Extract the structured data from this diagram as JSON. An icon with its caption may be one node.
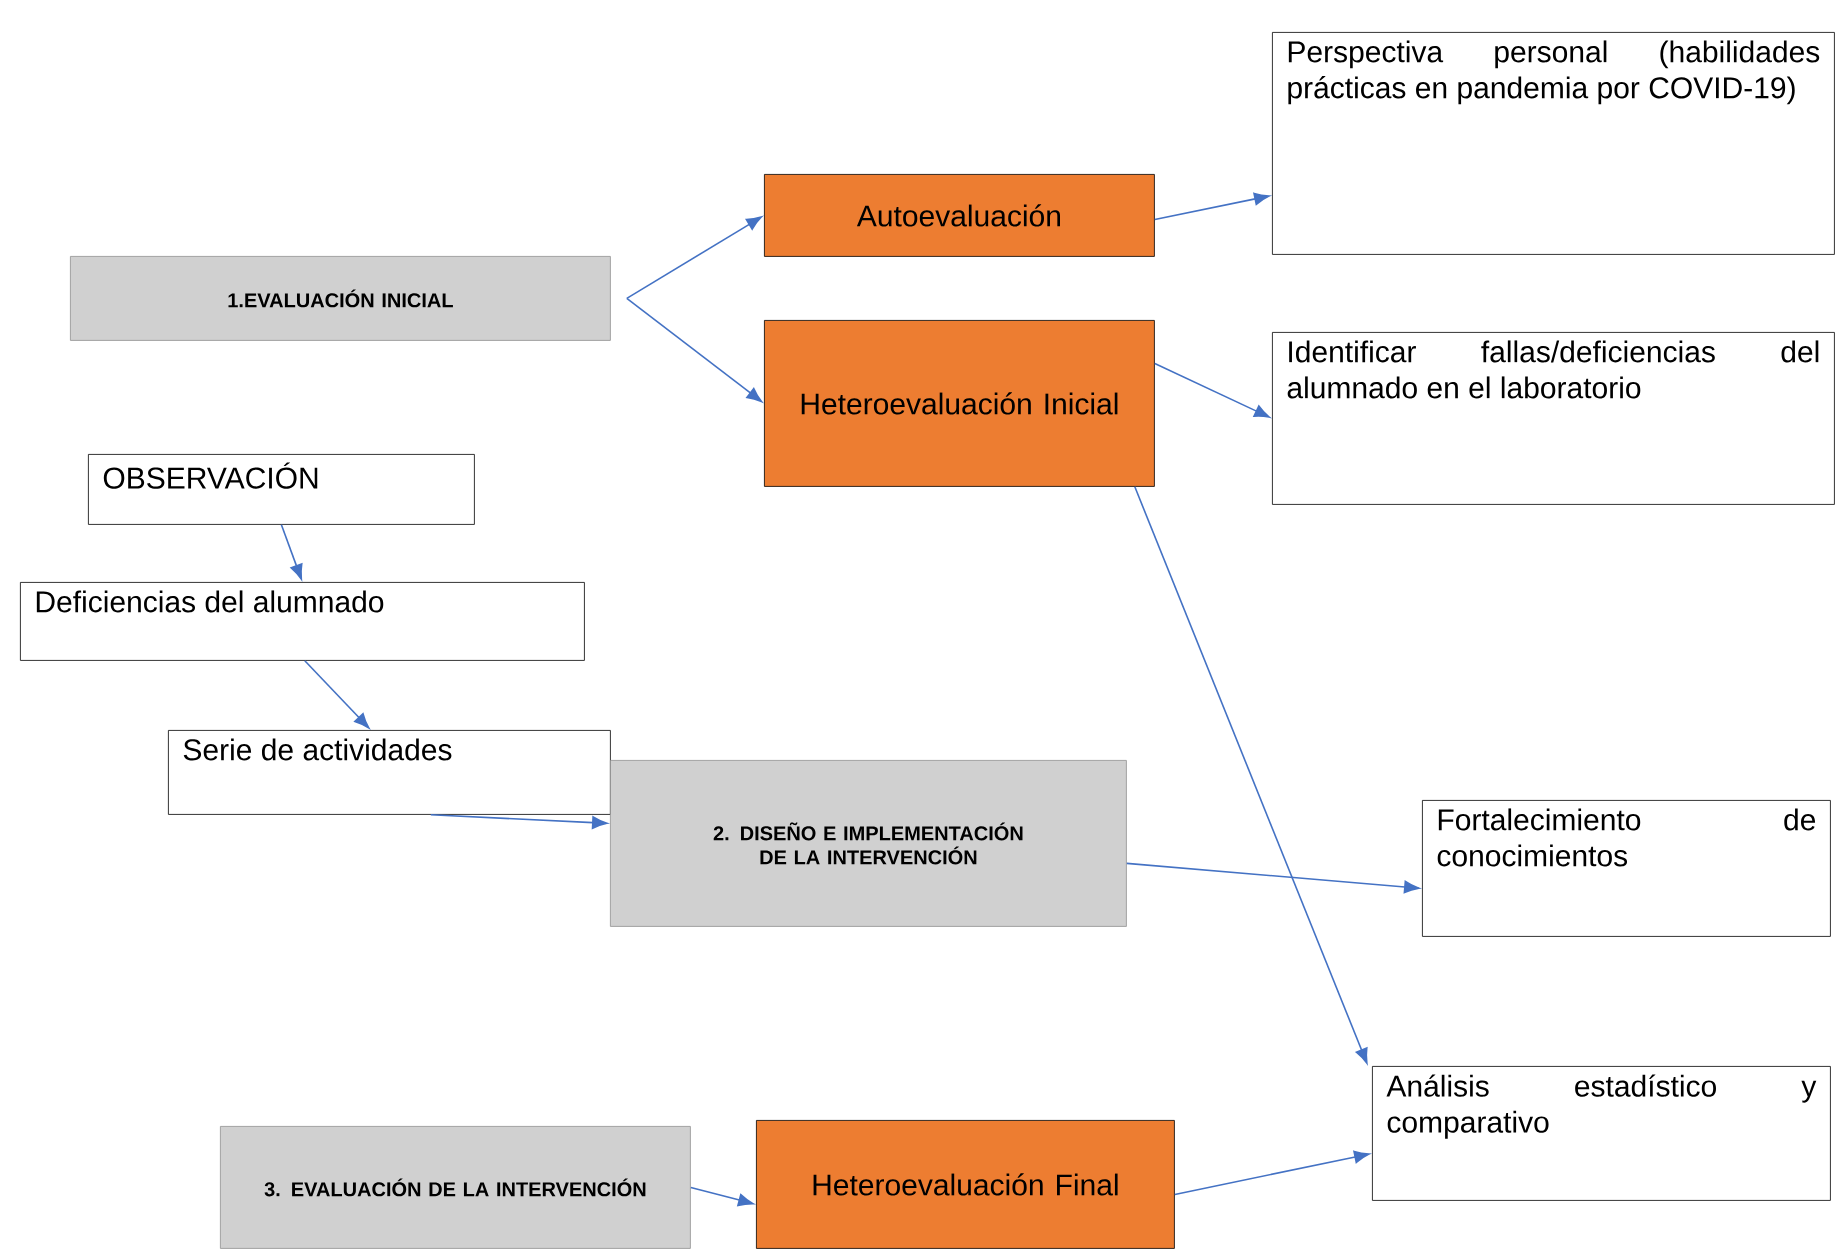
{
  "diagram": {
    "nodes": [
      {
        "text": [
          "1.EVALUACIÓN INICIAL"
        ]
      },
      {
        "text": [
          "Autoevaluación"
        ]
      },
      {
        "text": [
          "Heteroevaluación Inicial"
        ]
      },
      {
        "text": [
          "Perspectiva personal (habilidades prácticas en pandemia por COVID-19)"
        ]
      },
      {
        "text": [
          "Identificar fallas/deficiencias del alumnado en el laboratorio"
        ]
      },
      {
        "text": [
          "OBSERVACIÓN"
        ]
      },
      {
        "text": [
          "Deficiencias del alumnado"
        ]
      },
      {
        "text": [
          "Serie de actividades"
        ]
      },
      {
        "text": [
          "2. DISEÑO E IMPLEMENTACIÓN DE LA INTERVENCIÓN"
        ]
      },
      {
        "text": [
          "Fortalecimiento de conocimientos"
        ]
      },
      {
        "text": [
          "Análisis estadístico y comparativo"
        ]
      },
      {
        "text": [
          "3. EVALUACIÓN DE LA INTERVENCIÓN"
        ]
      },
      {
        "text": [
          "Heteroevaluación Final"
        ]
      }
    ],
    "edges": [
      {
        "from": 0,
        "to": 1,
        "arrow": "to"
      },
      {
        "from": 0,
        "to": 2,
        "arrow": "to"
      },
      {
        "from": 1,
        "to": 3,
        "arrow": "to"
      },
      {
        "from": 2,
        "to": 4,
        "arrow": "to"
      },
      {
        "from": 2,
        "to": 10,
        "arrow": "to"
      },
      {
        "from": 5,
        "to": 6,
        "arrow": "to"
      },
      {
        "from": 6,
        "to": 7,
        "arrow": "to"
      },
      {
        "from": 7,
        "to": 8,
        "arrow": "to"
      },
      {
        "from": 8,
        "to": 9,
        "arrow": "to"
      },
      {
        "from": 11,
        "to": 12,
        "arrow": "to"
      },
      {
        "from": 12,
        "to": 10,
        "arrow": "to"
      }
    ]
  }
}
